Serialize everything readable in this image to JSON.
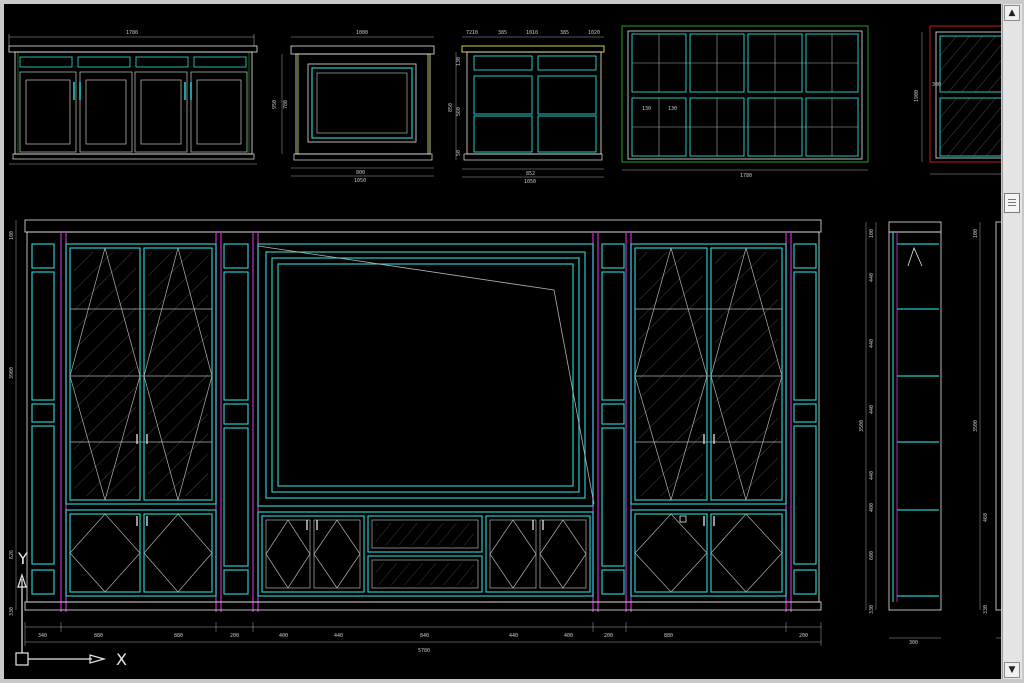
{
  "window": {
    "title": ""
  },
  "dimensions": {
    "e1_width": "1780",
    "e2_width": "1000",
    "e2_inner": "800",
    "e2_total": "1050",
    "e2_height": "950",
    "e2_height2": "780",
    "e3_top": [
      "7210",
      "385",
      "1010",
      "385",
      "1020"
    ],
    "e3_bottom": "852",
    "e3_total": "1050",
    "e3_height": "850",
    "e3_side": [
      "130",
      "560",
      "50"
    ],
    "e4_width": "1780",
    "e4_sub": [
      "130",
      "130"
    ],
    "e5_side": "1900",
    "e5_sub": "300",
    "main_bottom": [
      "340",
      "880",
      "880",
      "200",
      "400",
      "440",
      "840",
      "440",
      "400",
      "200",
      "880",
      "200"
    ],
    "main_total": "5780",
    "main_left": [
      "100",
      "3900",
      "626",
      "330"
    ],
    "main_right_a": [
      "100",
      "440",
      "440",
      "440",
      "440",
      "400",
      "600",
      "330"
    ],
    "main_right_total": "3500",
    "main_right_b": [
      "100",
      "3500",
      "460",
      "330"
    ],
    "side_bottom": "300"
  },
  "ucs": {
    "x_label": "X",
    "y_label": "Y"
  },
  "scrollbar": {
    "up": "▲",
    "down": "▼"
  },
  "colors": {
    "background": "#000000",
    "cyan": "#28c6c6",
    "magenta": "#c030c8",
    "white": "#e6e6e6",
    "yellow": "#e6e64a",
    "green": "#2ec82e",
    "red": "#d02020"
  }
}
